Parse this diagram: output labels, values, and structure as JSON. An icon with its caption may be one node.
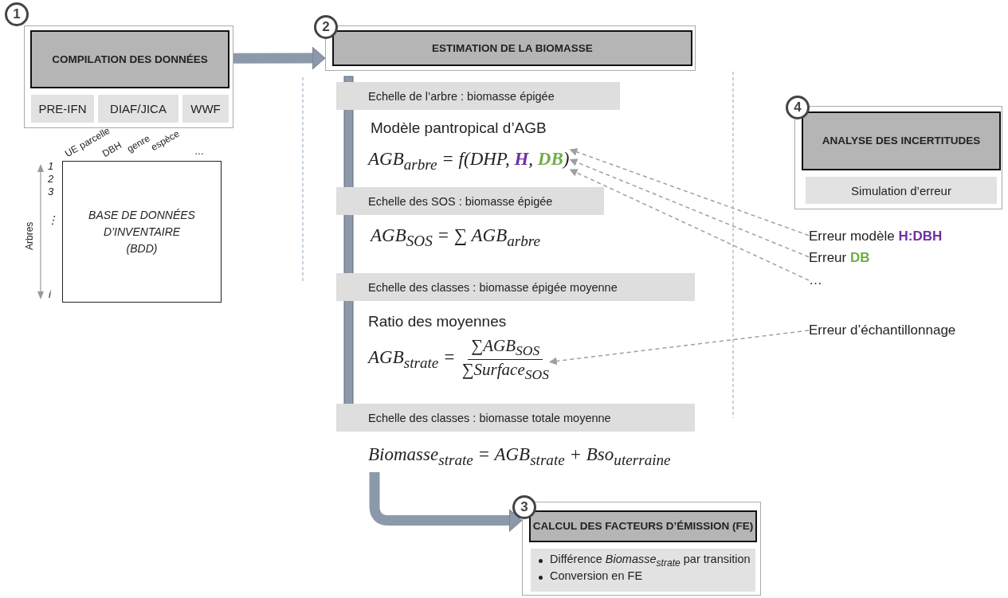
{
  "diagram": {
    "nodes": [
      {
        "text": [],
        "shape": "box"
      },
      {
        "text": [
          "1"
        ]
      },
      {
        "text": [
          "COMPILATION DES DONNÉES"
        ],
        "in": 0
      },
      {
        "text": [
          "PRE-IFN"
        ],
        "in": 0
      },
      {
        "text": [
          "DIAF/JICA"
        ],
        "in": 0
      },
      {
        "text": [
          "WWF"
        ],
        "in": 0
      },
      {
        "text": [
          "2"
        ]
      },
      {
        "text": [],
        "shape": "box"
      },
      {
        "text": [
          "ESTIMATION DE LA BIOMASSE"
        ],
        "in": 7
      },
      {
        "text": [
          "BASE DE DONNÉES D’INVENTAIRE (BDD)"
        ]
      },
      {
        "text": [
          "Echelle de l’arbre : biomasse épigée"
        ]
      },
      {
        "text": [
          "AGB$_{arbre}$ = f(DHP, **H**, **DB**)"
        ]
      },
      {
        "text": [
          "Echelle des SOS : biomasse épigée"
        ]
      },
      {
        "text": [
          "Echelle des classes : biomasse épigée moyenne"
        ]
      },
      {
        "text": [
          "AGB$_{strate}$ =",
          "∑AGB$_{SOS}$",
          "∑Surface$_{SOS}$"
        ]
      },
      {
        "text": [
          "Echelle des classes : biomasse totale moyenne"
        ]
      },
      {
        "text": [
          "Biomasse$_{strate}$ = AGB$_{strate}$ + Bso$_{uterraine}$"
        ]
      },
      {
        "text": [
          "4"
        ]
      },
      {
        "text": [],
        "shape": "box"
      },
      {
        "text": [
          "ANALYSE DES INCERTITUDES"
        ],
        "in": 18
      },
      {
        "text": [
          "Simulation d’erreur"
        ],
        "in": 18
      },
      {
        "text": [
          "Erreur modèle **H:DBH**"
        ]
      },
      {
        "text": [
          "Erreur **DB**"
        ]
      },
      {
        "text": [
          "…"
        ]
      },
      {
        "text": [
          "Erreur d’échantillonnage"
        ]
      },
      {
        "text": [
          "3"
        ]
      },
      {
        "text": [],
        "shape": "box"
      },
      {
        "text": [
          "CALCUL DES FACTEURS D’ÉMISSION (FE)"
        ],
        "in": 26
      },
      {
        "text": [
          "Différence *Biomasse$_{strate}$* par transition",
          "Conversion en FE"
        ],
        "in": 26
      }
    ],
    "edges": [
      {
        "from": 0,
        "to": 7,
        "arrow": "to",
        "style": "thick",
        "color": "#8c99aa"
      },
      {
        "from": 21,
        "to": 11,
        "arrow": "to",
        "style": "dashed"
      },
      {
        "from": 22,
        "to": 11,
        "arrow": "to",
        "style": "dashed"
      },
      {
        "from": 23,
        "to": 11,
        "arrow": "to",
        "style": "dashed"
      },
      {
        "from": 24,
        "to": 14,
        "arrow": "to",
        "style": "dashed"
      },
      {
        "from": 16,
        "to": 26,
        "arrow": "to",
        "style": "thick",
        "color": "#8c99aa"
      }
    ],
    "labels": [
      "UE",
      "parcelle",
      "DBH",
      "genre",
      "espèce",
      "…",
      "1",
      "2",
      "3",
      "⋮",
      "i",
      "Arbres",
      "Modèle pantropical d’AGB",
      "AGB$_{SOS}$ = ∑ AGB$_{arbre}$",
      "Ratio des moyennes"
    ]
  }
}
